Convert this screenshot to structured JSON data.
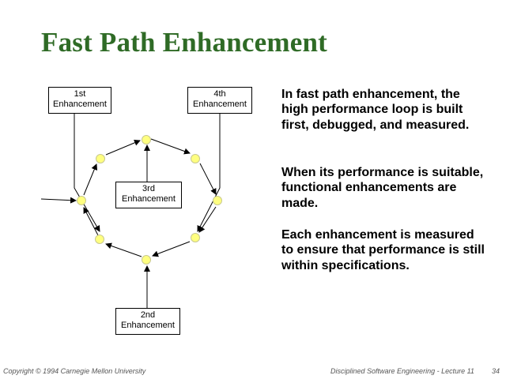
{
  "slide": {
    "title": "Fast Path Enhancement",
    "paragraphs": [
      "In fast path enhancement, the high performance loop is built first, debugged, and measured.",
      "When its performance is suitable, functional enhancements are made.",
      "Each enhancement is measured to ensure that performance is still within specifications."
    ],
    "footer_left": "Copyright © 1994 Carnegie Mellon University",
    "footer_right": "Disciplined Software Engineering - Lecture 11",
    "page_number": "34"
  },
  "diagram": {
    "boxes": {
      "first": {
        "line1": "1st",
        "line2": "Enhancement"
      },
      "second": {
        "line1": "2nd",
        "line2": "Enhancement"
      },
      "third": {
        "line1": "3rd",
        "line2": "Enhancement"
      },
      "fourth": {
        "line1": "4th",
        "line2": "Enhancement"
      }
    },
    "node_color": "#ffff80",
    "title_color": "#2f6b26"
  }
}
